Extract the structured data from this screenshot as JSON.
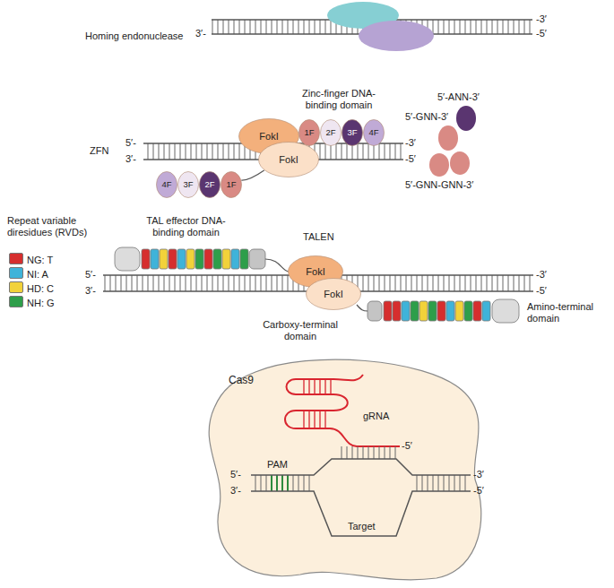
{
  "diagram": {
    "nodes": [
      {
        "text": [
          "FokI"
        ]
      },
      {
        "text": [
          "FokI"
        ]
      },
      {
        "text": [
          "1F"
        ]
      },
      {
        "text": [
          "2F"
        ]
      },
      {
        "text": [
          "3F"
        ]
      },
      {
        "text": [
          "4F"
        ]
      },
      {
        "text": [
          "4F"
        ]
      },
      {
        "text": [
          "3F"
        ]
      },
      {
        "text": [
          "2F"
        ]
      },
      {
        "text": [
          "1F"
        ]
      },
      {
        "text": [
          "FokI"
        ]
      },
      {
        "text": [
          "FokI"
        ]
      },
      {
        "text": [
          "Cas9"
        ]
      }
    ],
    "edges": [
      {
        "from": 1,
        "to": 9,
        "arrow": "none"
      }
    ],
    "labels": [
      "Homing endonuclease",
      "-3′",
      "3′-",
      "-5′",
      "Zinc-finger DNA-binding domain",
      "ZFN",
      "5′-",
      "-3′",
      "3′-",
      "-5′",
      "5′-ANN-3′",
      "5′-GNN-3′",
      "5′-GNN-GNN-3′",
      "Repeat variable diresidues (RVDs)",
      "TAL effector DNA-binding domain",
      "TALEN",
      "5′-",
      "-3′",
      "3′-",
      "-5′",
      "Carboxy-terminal domain",
      "Amino-terminal domain",
      "gRNA",
      "-5′",
      "PAM",
      "5′-",
      "-3′",
      "3′-",
      "-5′",
      "Target"
    ],
    "legend": [
      {
        "text": "NG: T",
        "color": "#d62e2e"
      },
      {
        "text": "NI: A",
        "color": "#3fb3d9"
      },
      {
        "text": "HD: C",
        "color": "#f2d23a"
      },
      {
        "text": "NH: G",
        "color": "#2e9e4a"
      }
    ]
  }
}
